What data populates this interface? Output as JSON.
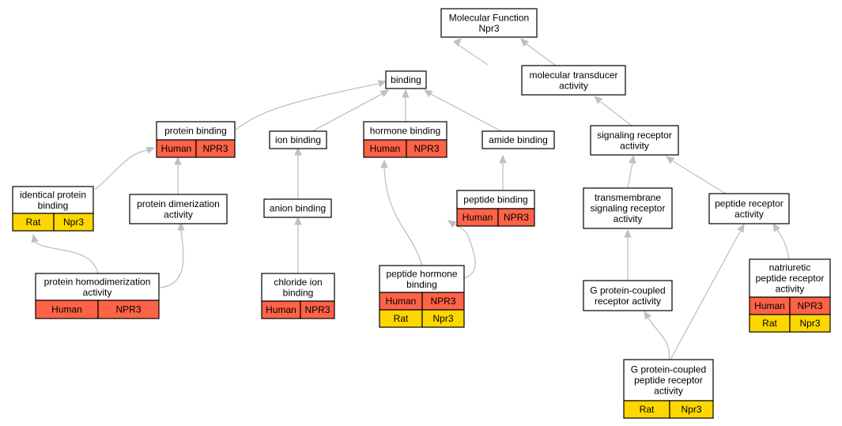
{
  "colors": {
    "human": "#ff6347",
    "rat": "#ffd700",
    "edge": "#c0c0c0",
    "border": "#000000"
  },
  "nodes": [
    {
      "id": "mf",
      "lines": [
        "Molecular Function",
        "Npr3"
      ],
      "annotations": []
    },
    {
      "id": "binding",
      "lines": [
        "binding"
      ],
      "annotations": []
    },
    {
      "id": "mta",
      "lines": [
        "molecular transducer",
        "activity"
      ],
      "annotations": []
    },
    {
      "id": "pb",
      "lines": [
        "protein binding"
      ],
      "annotations": [
        {
          "species": "Human",
          "gene": "NPR3",
          "color": "human"
        }
      ]
    },
    {
      "id": "ib",
      "lines": [
        "ion binding"
      ],
      "annotations": []
    },
    {
      "id": "hb",
      "lines": [
        "hormone binding"
      ],
      "annotations": [
        {
          "species": "Human",
          "gene": "NPR3",
          "color": "human"
        }
      ]
    },
    {
      "id": "ab",
      "lines": [
        "amide binding"
      ],
      "annotations": []
    },
    {
      "id": "sra",
      "lines": [
        "signaling receptor",
        "activity"
      ],
      "annotations": []
    },
    {
      "id": "ipb",
      "lines": [
        "identical protein",
        "binding"
      ],
      "annotations": [
        {
          "species": "Rat",
          "gene": "Npr3",
          "color": "rat"
        }
      ]
    },
    {
      "id": "pda",
      "lines": [
        "protein dimerization",
        "activity"
      ],
      "annotations": []
    },
    {
      "id": "anb",
      "lines": [
        "anion binding"
      ],
      "annotations": []
    },
    {
      "id": "pepb",
      "lines": [
        "peptide binding"
      ],
      "annotations": [
        {
          "species": "Human",
          "gene": "NPR3",
          "color": "human"
        }
      ]
    },
    {
      "id": "tsra",
      "lines": [
        "transmembrane",
        "signaling receptor",
        "activity"
      ],
      "annotations": []
    },
    {
      "id": "pra",
      "lines": [
        "peptide receptor",
        "activity"
      ],
      "annotations": []
    },
    {
      "id": "phda",
      "lines": [
        "protein homodimerization",
        "activity"
      ],
      "annotations": [
        {
          "species": "Human",
          "gene": "NPR3",
          "color": "human"
        }
      ]
    },
    {
      "id": "cib",
      "lines": [
        "chloride ion",
        "binding"
      ],
      "annotations": [
        {
          "species": "Human",
          "gene": "NPR3",
          "color": "human"
        }
      ]
    },
    {
      "id": "phb",
      "lines": [
        "peptide hormone",
        "binding"
      ],
      "annotations": [
        {
          "species": "Human",
          "gene": "NPR3",
          "color": "human"
        },
        {
          "species": "Rat",
          "gene": "Npr3",
          "color": "rat"
        }
      ]
    },
    {
      "id": "gpcr",
      "lines": [
        "G protein-coupled",
        "receptor activity"
      ],
      "annotations": []
    },
    {
      "id": "nprа",
      "lines": [
        "natriuretic",
        "peptide receptor",
        "activity"
      ],
      "annotations": [
        {
          "species": "Human",
          "gene": "NPR3",
          "color": "human"
        },
        {
          "species": "Rat",
          "gene": "Npr3",
          "color": "rat"
        }
      ]
    },
    {
      "id": "gppra",
      "lines": [
        "G protein-coupled",
        "peptide receptor",
        "activity"
      ],
      "annotations": [
        {
          "species": "Rat",
          "gene": "Npr3",
          "color": "rat"
        }
      ]
    }
  ]
}
